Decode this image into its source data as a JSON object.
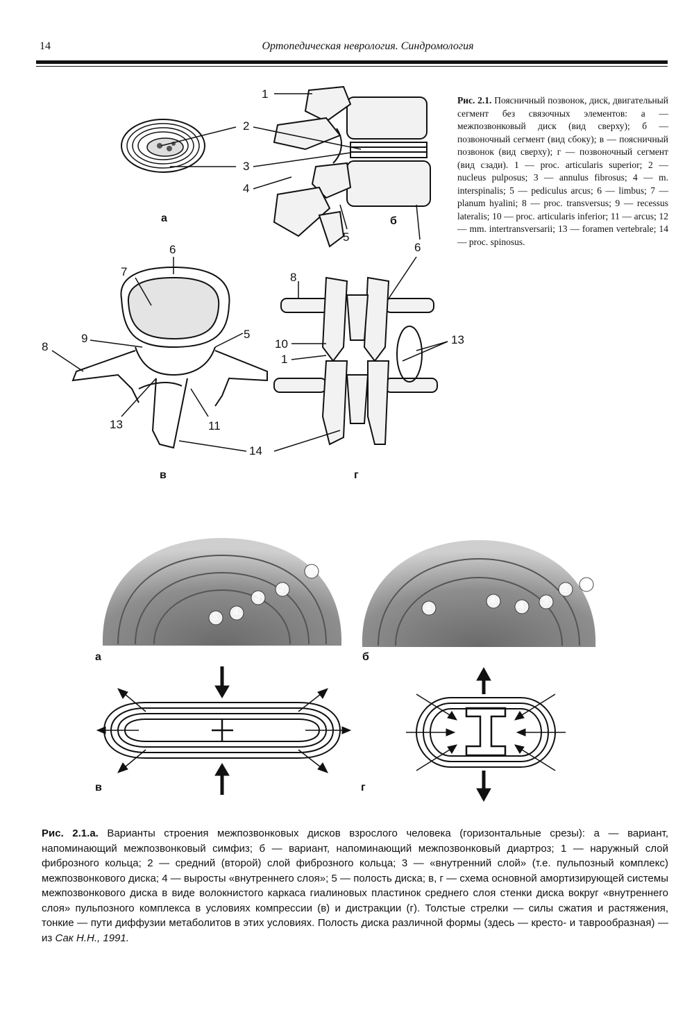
{
  "header": {
    "page_number": "14",
    "running_head": "Ортопедическая неврология. Синдромология"
  },
  "figure_2_1": {
    "caption_label": "Рис. 2.1.",
    "caption_text": " Поясничный позвонок, диск, двигательный сегмент без связочных элементов: а — межпозвонковый диск (вид сверху); б — позвоночный сегмент (вид сбоку); в — поясничный позвонок (вид сверху); г — позвоночный сегмент (вид сзади). 1 — proc. articularis superior; 2 — nucleus pulposus; 3 — annulus fibrosus; 4 — m. interspinalis; 5 — pediculus arcus; 6 — limbus; 7 — planum hyalini; 8 — proc. transversus; 9 — recessus lateralis; 10 — proc. articularis inferior; 11 — arcus; 12 — mm. intertransversarii; 13 — foramen vertebrale; 14 — proc. spinosus.",
    "panels": {
      "a": "а",
      "b": "б",
      "v": "в",
      "g": "г"
    },
    "labels": {
      "n1": "1",
      "n2": "2",
      "n3": "3",
      "n4": "4",
      "n5": "5",
      "n6": "6",
      "n7": "7",
      "n8": "8",
      "n9": "9",
      "n10": "10",
      "n11": "11",
      "n13": "13",
      "n14": "14"
    }
  },
  "figure_2_1a": {
    "caption_label": "Рис. 2.1.а.",
    "caption_text": " Варианты строения межпозвонковых дисков взрослого человека (горизонтальные срезы): а — вариант, напоминающий межпозвонковый симфиз; б — вариант, напоминающий межпозвонковый диартроз; 1 — наружный слой фиброзного кольца; 2 — средний (второй) слой фиброзного кольца; 3 — «внутренний слой» (т.е. пульпозный комплекс) межпозвонкового диска; 4 — выросты «внутреннего слоя»; 5 — полость диска; в, г — схема основной амортизирующей системы межпозвонкового диска в виде волокнистого каркаса гиалиновых пластинок среднего слоя стенки диска вокруг «внутреннего слоя» пульпозного комплекса в условиях компрессии (в) и дистракции (г). Толстые стрелки — силы сжатия и растяжения, тонкие — пути диффузии метаболитов в этих условиях. Полость диска различной формы (здесь — кресто- и таврообразная) — из ",
    "caption_citation": "Сак Н.Н., 1991.",
    "panels": {
      "a": "а",
      "b": "б",
      "v": "в",
      "g": "г"
    },
    "disc_a_marks": [
      "1",
      "2",
      "3",
      "4",
      "5"
    ],
    "disc_b_marks": [
      "1",
      "2",
      "3",
      "4",
      "4",
      "4"
    ]
  }
}
